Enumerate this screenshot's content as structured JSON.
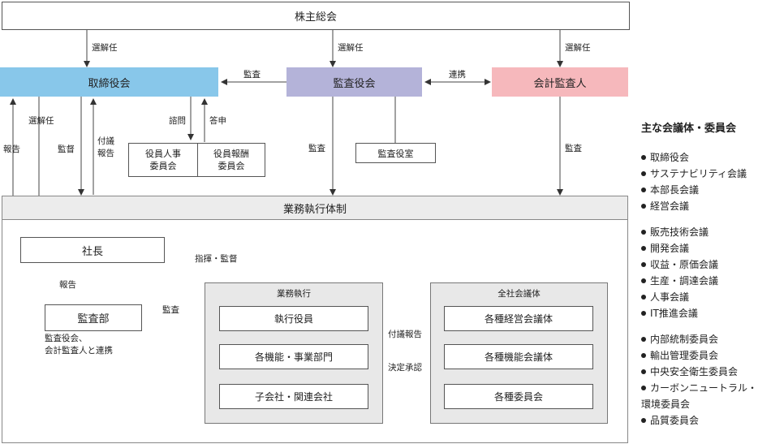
{
  "shareholders": "株主総会",
  "board": "取締役会",
  "audit_board": "監査役会",
  "accounting_auditor": "会計監査人",
  "exec_system": "業務執行体制",
  "nomination_committee": "役員人事\n委員会",
  "remuneration_committee": "役員報酬\n委員会",
  "audit_office": "監査役室",
  "president": "社長",
  "audit_dept": "監査部",
  "business_exec": {
    "title": "業務執行",
    "items": [
      "執行役員",
      "各機能・事業部門",
      "子会社・関連会社"
    ]
  },
  "company_meetings": {
    "title": "全社会議体",
    "items": [
      "各種経営会議体",
      "各種機能会議体",
      "各種委員会"
    ]
  },
  "labels": {
    "appoint_dismiss": "選解任",
    "audit": "監査",
    "cooperation": "連携",
    "consult": "諮問",
    "report_back": "答申",
    "report": "報告",
    "supervise": "監督",
    "submit_report": "付議\n報告",
    "direct_supervise": "指揮・監督",
    "audit_coop_note": "監査役会、\n会計監査人と連携",
    "submit_report_h": "付議報告",
    "decision_approval": "決定承認"
  },
  "sidebar": {
    "title": "主な会議体・委員会",
    "groups": [
      [
        "取締役会",
        "サステナビリティ会議",
        "本部長会議",
        "経営会議"
      ],
      [
        "販売技術会議",
        "開発会議",
        "収益・原価会議",
        "生産・調達会議",
        "人事会議",
        "IT推進会議"
      ],
      [
        "内部統制委員会",
        "輸出管理委員会",
        "中央安全衛生委員会",
        "カーボンニュートラル・\n環境委員会",
        "品質委員会"
      ]
    ]
  },
  "colors": {
    "board": "#88c7ea",
    "audit_board": "#b4b3d9",
    "accounting_auditor": "#f6b8bc",
    "gray_band": "#ececec",
    "group_bg": "#e8e8e8"
  }
}
